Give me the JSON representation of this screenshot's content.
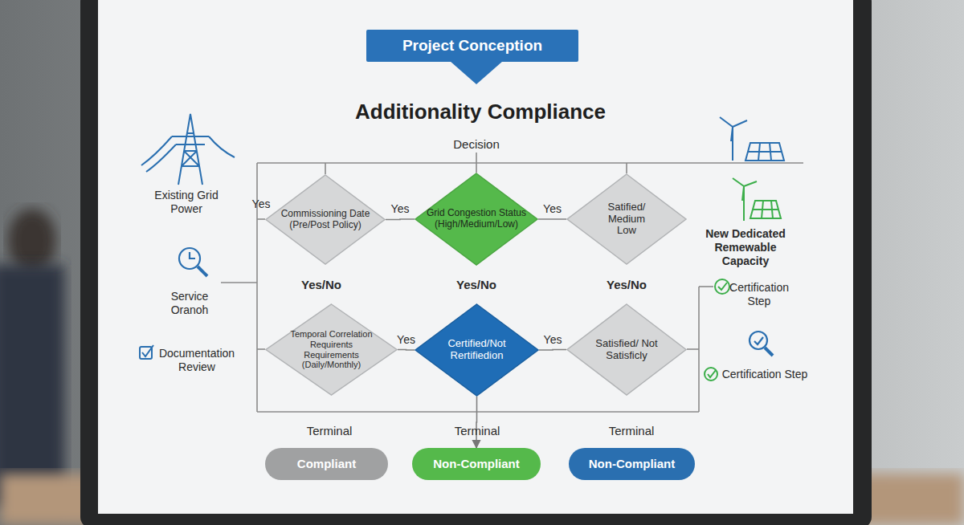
{
  "diagram": {
    "title": "Additionality Compliance",
    "nodes": [
      {
        "text": [
          "Project Conception"
        ]
      },
      {
        "text": [
          "Commissioning Date (Pre/Post Policy)"
        ]
      },
      {
        "text": [
          "Grid Congestion Status (High/Medium/Low)"
        ]
      },
      {
        "text": [
          "Satified/ Medium Low"
        ]
      },
      {
        "text": [
          "Temporal Correlation Requirents Requirements (Daily/Monthly)"
        ]
      },
      {
        "text": [
          "Certified/Not Rertifiedion"
        ]
      },
      {
        "text": [
          "Satisfied/ Not Satisficly"
        ]
      },
      {
        "text": [
          "Compliant"
        ]
      },
      {
        "text": [
          "Non-Compliant"
        ]
      },
      {
        "text": [
          "Non-Compliant"
        ]
      }
    ],
    "edges": [
      {
        "from": 1,
        "to": 2,
        "label": "Yes",
        "arrow": "none"
      },
      {
        "from": 2,
        "to": 3,
        "label": "Yes",
        "arrow": "none"
      },
      {
        "from": 4,
        "to": 5,
        "label": "Yes",
        "arrow": "none"
      },
      {
        "from": 5,
        "to": 6,
        "label": "Yes",
        "arrow": "none"
      },
      {
        "from": 5,
        "to": 8,
        "arrow": "to"
      }
    ],
    "labels": [
      "Decision",
      "Existing Grid Power",
      "Yes",
      "New Dedicated Remewable Capacity",
      "Service Oranoh",
      "Yes/No",
      "Yes/No",
      "Yes/No",
      "Certification Step",
      "Documentation Review",
      "Certification Step",
      "Terminal",
      "Terminal",
      "Terminal"
    ]
  }
}
